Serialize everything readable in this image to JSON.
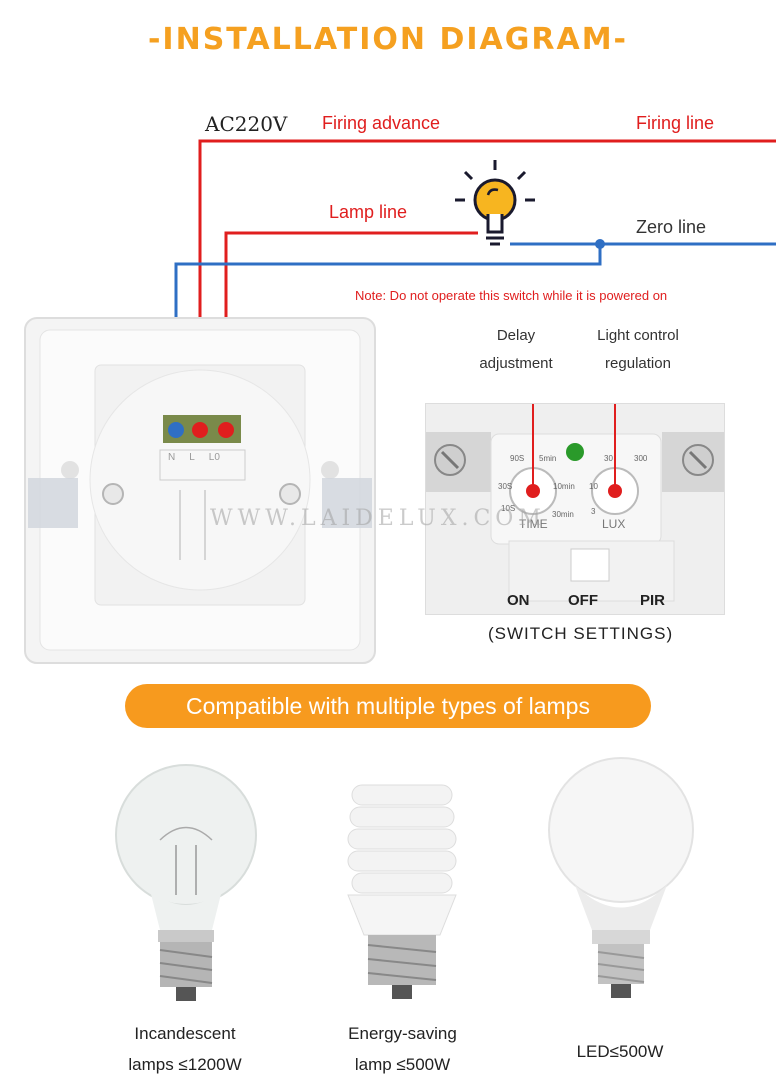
{
  "title": "-INSTALLATION DIAGRAM-",
  "wiring": {
    "supply": "AC220V",
    "firing_advance": "Firing advance",
    "firing_line": "Firing line",
    "lamp_line": "Lamp line",
    "zero_line": "Zero line",
    "note": "Note: Do not operate this switch while it is powered on"
  },
  "terminal_labels": [
    "N",
    "L",
    "L0"
  ],
  "watermark": "WWW.LAIDELUX.COM",
  "switch_panel": {
    "delay_caption": [
      "Delay",
      "adjustment"
    ],
    "light_caption": [
      "Light control",
      "regulation"
    ],
    "time_label": "TIME",
    "lux_label": "LUX",
    "time_ticks": [
      "90S",
      "5min",
      "30S",
      "10min",
      "10S",
      "30min"
    ],
    "lux_ticks": [
      "30",
      "300",
      "10",
      "3"
    ],
    "modes": [
      "ON",
      "OFF",
      "PIR"
    ],
    "caption": "(SWITCH SETTINGS)"
  },
  "banner": "Compatible with multiple types of lamps",
  "lamps": [
    {
      "icon": "incandescent-bulb-icon",
      "caption": [
        "Incandescent",
        "lamps ≤1200W"
      ]
    },
    {
      "icon": "energy-saving-bulb-icon",
      "caption": [
        "Energy-saving",
        "lamp ≤500W"
      ]
    },
    {
      "icon": "led-bulb-icon",
      "caption": [
        "LED≤500W"
      ]
    }
  ],
  "colors": {
    "accent": "#f5a020",
    "live_wire": "#e01e1e",
    "neutral_wire": "#2f6fc4"
  }
}
